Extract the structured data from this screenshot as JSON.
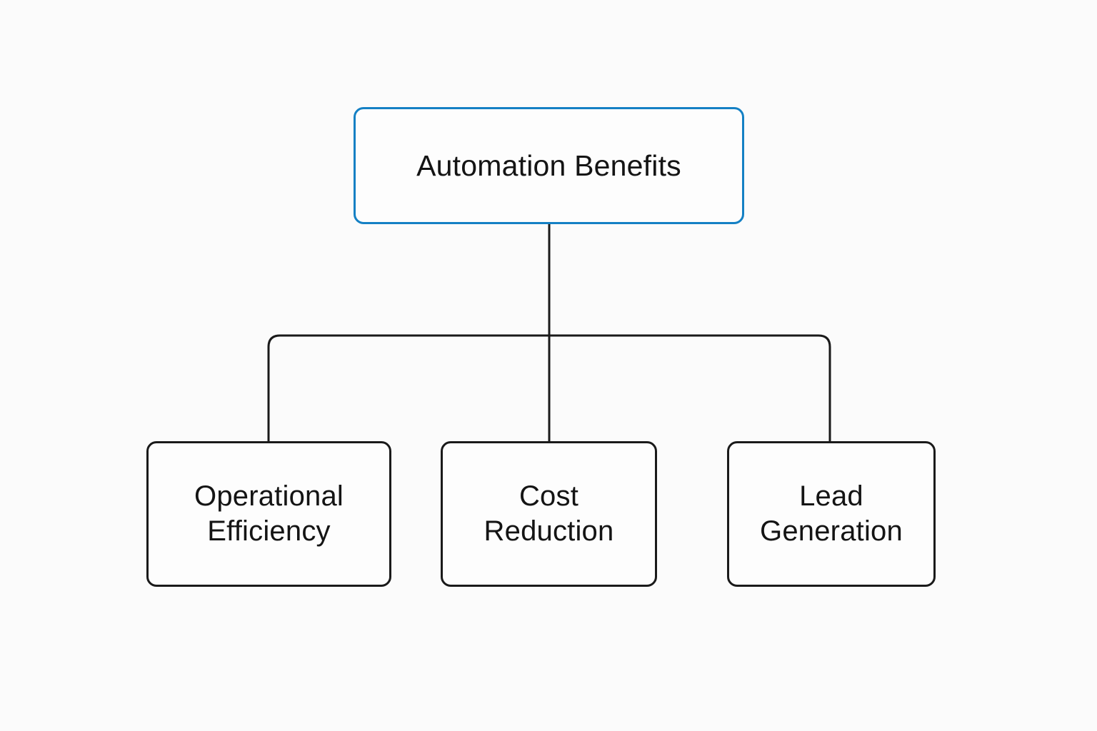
{
  "diagram": {
    "type": "hierarchy-tree",
    "orientation": "top-down",
    "background_color": "#fbfbfb",
    "root": {
      "label": "Automation Benefits",
      "border_color": "#1480c4",
      "fill_color": "#fdfdfd",
      "text_color": "#141414"
    },
    "children": [
      {
        "label": "Operational\nEfficiency",
        "border_color": "#1a1a1a",
        "fill_color": "#fdfdfd",
        "text_color": "#141414"
      },
      {
        "label": "Cost\nReduction",
        "border_color": "#1a1a1a",
        "fill_color": "#fdfdfd",
        "text_color": "#141414"
      },
      {
        "label": "Lead\nGeneration",
        "border_color": "#1a1a1a",
        "fill_color": "#fdfdfd",
        "text_color": "#141414"
      }
    ],
    "connectors": {
      "stroke_color": "#1a1a1a",
      "stroke_width": 3,
      "corner_radius": 16,
      "style": "orthogonal-elbow"
    }
  }
}
